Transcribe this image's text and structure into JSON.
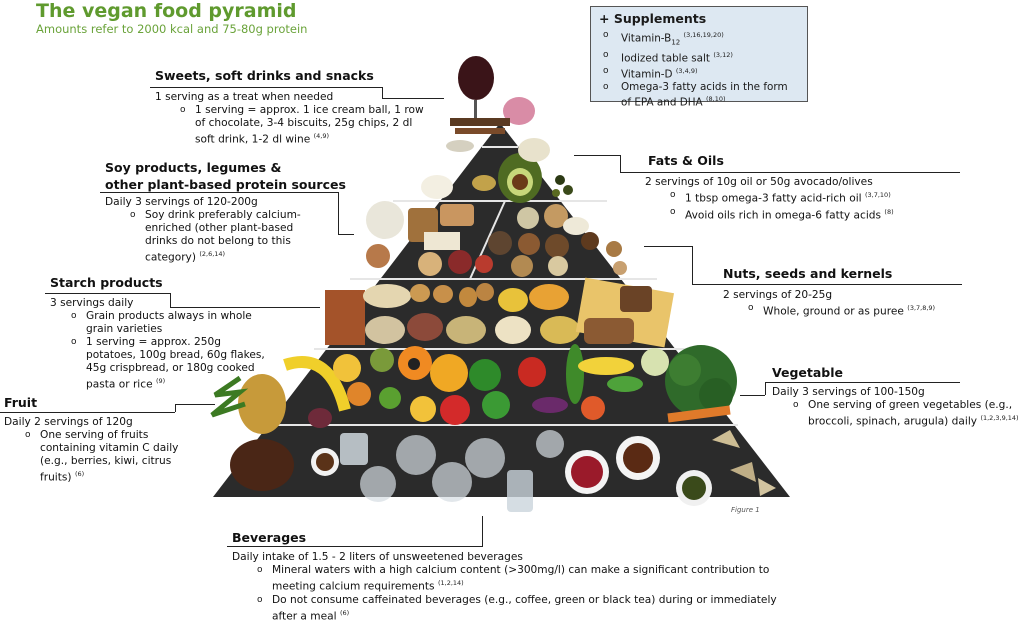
{
  "header": {
    "title": "The vegan food pyramid",
    "subtitle": "Amounts refer to 2000 kcal and 75-80g protein"
  },
  "supplements": {
    "heading": "+ Supplements",
    "items": [
      {
        "text": "Vitamin-B",
        "sub": "12",
        "ref": "(3,16,19,20)"
      },
      {
        "text": "Iodized table salt",
        "ref": "(3,12)"
      },
      {
        "text": "Vitamin-D",
        "ref": "(3,4,9)"
      },
      {
        "text": "Omega-3 fatty acids in the form of EPA and DHA",
        "ref": "(8,10)"
      }
    ]
  },
  "sweets": {
    "heading": "Sweets, soft drinks and snacks",
    "intro": "1 serving as a treat when needed",
    "items": [
      {
        "text": "1 serving = approx. 1 ice cream ball, 1 row of chocolate, 3-4 biscuits, 25g chips, 2 dl soft drink, 1-2 dl wine",
        "ref": "(4,9)"
      }
    ]
  },
  "soy": {
    "heading_line1": "Soy products, legumes &",
    "heading_line2": "other plant-based protein sources",
    "intro": "Daily 3 servings of 120-200g",
    "items": [
      {
        "text": "Soy drink preferably calcium-enriched (other plant-based drinks do not belong to this category)",
        "ref": "(2,6,14)"
      }
    ]
  },
  "starch": {
    "heading": "Starch products",
    "intro": "3 servings daily",
    "items": [
      {
        "text": "Grain products always in whole grain varieties",
        "ref": ""
      },
      {
        "text": "1 serving = approx. 250g potatoes, 100g bread, 60g flakes, 45g crispbread, or 180g cooked pasta or rice",
        "ref": "(9)"
      }
    ]
  },
  "fruit": {
    "heading": "Fruit",
    "intro": "Daily 2 servings of 120g",
    "items": [
      {
        "text": "One serving of fruits containing vitamin C daily (e.g., berries, kiwi, citrus fruits)",
        "ref": "(6)"
      }
    ]
  },
  "fats": {
    "heading": "Fats & Oils",
    "intro": "2 servings of 10g oil or 50g avocado/olives",
    "items": [
      {
        "text": "1 tbsp omega-3 fatty acid-rich oil",
        "ref": "(3,7,10)"
      },
      {
        "text": "Avoid oils rich in omega-6 fatty acids",
        "ref": "(8)"
      }
    ]
  },
  "nuts": {
    "heading": "Nuts, seeds and kernels",
    "intro": "2 servings of 20-25g",
    "items": [
      {
        "text": "Whole, ground or as puree",
        "ref": "(3,7,8,9)"
      }
    ]
  },
  "vegetable": {
    "heading": "Vegetable",
    "intro": "Daily 3 servings of 100-150g",
    "items": [
      {
        "text": "One serving of green vegetables (e.g., broccoli, spinach, arugula) daily",
        "ref": "(1,2,3,9,14)"
      }
    ]
  },
  "beverages": {
    "heading": "Beverages",
    "intro": "Daily intake of 1.5 - 2 liters of unsweetened beverages",
    "items": [
      {
        "text": "Mineral waters with a high calcium content (>300mg/l) can make a significant contribution to meeting calcium requirements",
        "ref": "(1,2,14)"
      },
      {
        "text": "Do not consume caffeinated beverages (e.g., coffee, green or black tea) during or immediately after a meal",
        "ref": "(6)"
      }
    ]
  },
  "figure_label": "Figure 1",
  "colors": {
    "title": "#5f9a2e",
    "supplements_bg": "#dde8f2",
    "pyramid": "#2b2b2b"
  }
}
